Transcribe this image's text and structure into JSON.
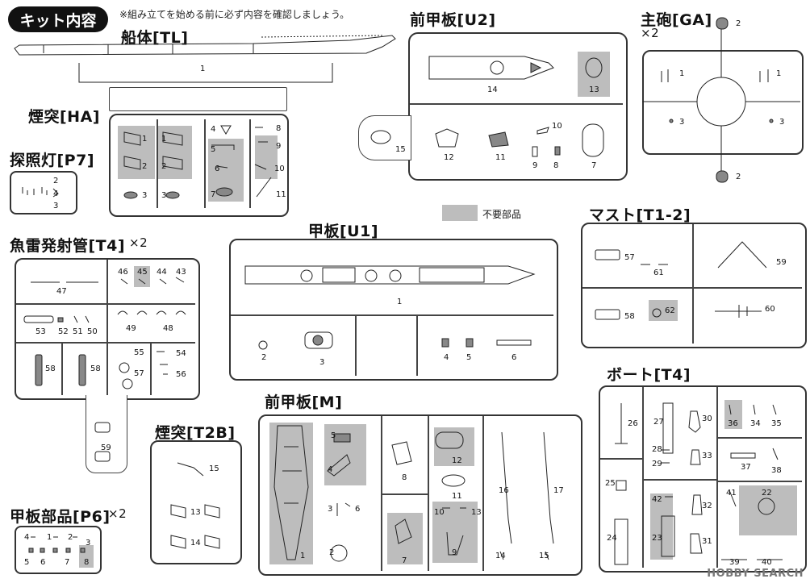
{
  "header": {
    "badge": "キット内容",
    "note": "※組み立てを始める前に必ず内容を確認しましょう。"
  },
  "legend": {
    "label": "不要部品"
  },
  "sprues": {
    "tl": {
      "title": "船体[TL]",
      "nums": [
        "1"
      ]
    },
    "ha": {
      "title": "煙突[HA]",
      "nums": [
        "1",
        "2",
        "3",
        "1",
        "2",
        "3",
        "4",
        "5",
        "6",
        "7",
        "8",
        "9",
        "10",
        "11"
      ]
    },
    "p7": {
      "title": "探照灯[P7]",
      "nums": [
        "2",
        "4",
        "3"
      ]
    },
    "u2": {
      "title": "前甲板[U2]",
      "nums": [
        "14",
        "13",
        "15",
        "12",
        "11",
        "10",
        "9",
        "8",
        "7"
      ]
    },
    "ga": {
      "title": "主砲[GA]",
      "suffix": "×2",
      "nums": [
        "2",
        "1",
        "1",
        "3",
        "3",
        "2"
      ]
    },
    "u1": {
      "title": "甲板[U1]",
      "nums": [
        "1",
        "2",
        "3",
        "4",
        "5",
        "6"
      ]
    },
    "t4a": {
      "title": "魚雷発射管[T4]",
      "suffix": "×2",
      "nums": [
        "47",
        "46",
        "45",
        "44",
        "43",
        "53",
        "52",
        "51",
        "50",
        "49",
        "48",
        "58",
        "58",
        "55",
        "57",
        "54",
        "56",
        "59"
      ]
    },
    "t12": {
      "title": "マスト[T1-2]",
      "nums": [
        "57",
        "61",
        "59",
        "58",
        "62",
        "60"
      ]
    },
    "m": {
      "title": "前甲板[M]",
      "nums": [
        "5",
        "4",
        "3",
        "6",
        "1",
        "2",
        "8",
        "7",
        "12",
        "11",
        "10",
        "13",
        "9",
        "16",
        "17",
        "14",
        "15"
      ]
    },
    "t2b": {
      "title": "煙突[T2B]",
      "nums": [
        "15",
        "13",
        "14"
      ]
    },
    "t4b": {
      "title": "ボート[T4]",
      "nums": [
        "26",
        "27",
        "30",
        "36",
        "34",
        "35",
        "28",
        "29",
        "33",
        "37",
        "38",
        "25",
        "24",
        "42",
        "32",
        "41",
        "22",
        "23",
        "31",
        "39",
        "40"
      ]
    },
    "p6": {
      "title": "甲板部品[P6]",
      "suffix": "×2",
      "nums": [
        "4",
        "1",
        "2",
        "3",
        "5",
        "6",
        "7",
        "8"
      ]
    }
  },
  "watermark": "HOBBY SEARCH"
}
